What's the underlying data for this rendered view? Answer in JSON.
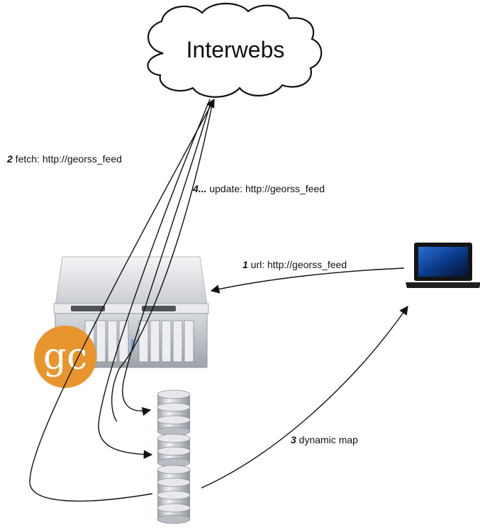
{
  "cloud": {
    "label": "Interwebs"
  },
  "logo": {
    "text": "gc",
    "color": "#e8952e"
  },
  "steps": [
    {
      "num": "1",
      "text": " url: http://georss_feed"
    },
    {
      "num": "2",
      "text": " fetch: http://georss_feed"
    },
    {
      "num": "3",
      "text": " dynamic map"
    },
    {
      "num": "4...",
      "text": " update: http://georss_feed"
    }
  ],
  "icons": [
    "cloud-icon",
    "server-icon",
    "laptop-icon",
    "database-stack-icon",
    "gc-logo"
  ]
}
